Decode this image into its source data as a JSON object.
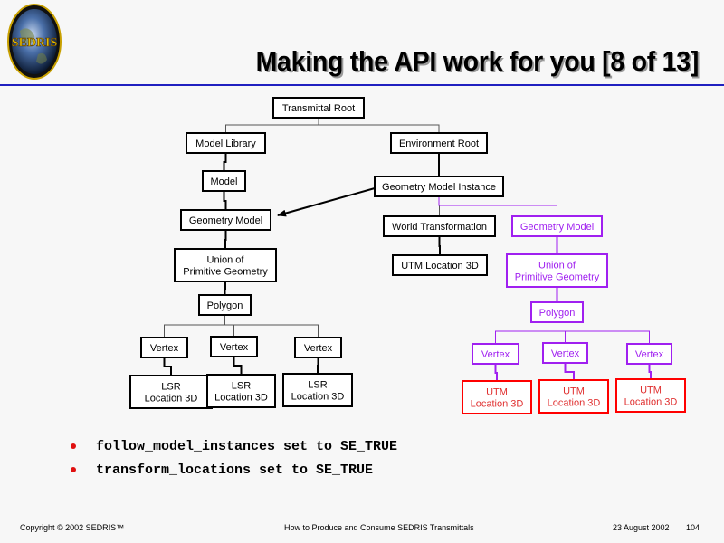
{
  "logo": {
    "text": "SEDRIS"
  },
  "title": "Making the API work for you [8 of 13]",
  "colors": {
    "rule": "#2020c0",
    "normal": "#000000",
    "purple": "#a020f0",
    "red": "#ff0000",
    "bullet": "#e01010"
  },
  "diagram": {
    "nodes": [
      {
        "id": "transmittal-root",
        "lines": [
          "Transmittal Root"
        ],
        "style": "normal"
      },
      {
        "id": "model-library",
        "lines": [
          "Model Library"
        ],
        "style": "normal"
      },
      {
        "id": "environment-root",
        "lines": [
          "Environment Root"
        ],
        "style": "normal"
      },
      {
        "id": "model",
        "lines": [
          "Model"
        ],
        "style": "normal"
      },
      {
        "id": "geometry-model-instance",
        "lines": [
          "Geometry Model Instance"
        ],
        "style": "normal"
      },
      {
        "id": "geometry-model-left",
        "lines": [
          "Geometry Model"
        ],
        "style": "normal"
      },
      {
        "id": "world-transformation",
        "lines": [
          "World Transformation"
        ],
        "style": "normal"
      },
      {
        "id": "geometry-model-right",
        "lines": [
          "Geometry Model"
        ],
        "style": "purple"
      },
      {
        "id": "union-left",
        "lines": [
          "Union of",
          "Primitive Geometry"
        ],
        "style": "normal"
      },
      {
        "id": "utm-location-single",
        "lines": [
          "UTM Location 3D"
        ],
        "style": "normal"
      },
      {
        "id": "union-right",
        "lines": [
          "Union of",
          "Primitive Geometry"
        ],
        "style": "purple"
      },
      {
        "id": "polygon-left",
        "lines": [
          "Polygon"
        ],
        "style": "normal"
      },
      {
        "id": "polygon-right",
        "lines": [
          "Polygon"
        ],
        "style": "purple"
      },
      {
        "id": "vertex-left-1",
        "lines": [
          "Vertex"
        ],
        "style": "normal"
      },
      {
        "id": "vertex-left-2",
        "lines": [
          "Vertex"
        ],
        "style": "normal"
      },
      {
        "id": "vertex-left-3",
        "lines": [
          "Vertex"
        ],
        "style": "normal"
      },
      {
        "id": "lsr-1",
        "lines": [
          "LSR",
          "Location 3D"
        ],
        "style": "normal"
      },
      {
        "id": "lsr-2",
        "lines": [
          "LSR",
          "Location 3D"
        ],
        "style": "normal"
      },
      {
        "id": "lsr-3",
        "lines": [
          "LSR",
          "Location 3D"
        ],
        "style": "normal"
      },
      {
        "id": "vertex-right-1",
        "lines": [
          "Vertex"
        ],
        "style": "purple"
      },
      {
        "id": "vertex-right-2",
        "lines": [
          "Vertex"
        ],
        "style": "purple"
      },
      {
        "id": "vertex-right-3",
        "lines": [
          "Vertex"
        ],
        "style": "purple"
      },
      {
        "id": "utm-1",
        "lines": [
          "UTM",
          "Location 3D"
        ],
        "style": "red"
      },
      {
        "id": "utm-2",
        "lines": [
          "UTM",
          "Location 3D"
        ],
        "style": "red"
      },
      {
        "id": "utm-3",
        "lines": [
          "UTM",
          "Location 3D"
        ],
        "style": "red"
      }
    ],
    "edges": [
      {
        "from": "transmittal-root",
        "to": "model-library",
        "style": "normal"
      },
      {
        "from": "transmittal-root",
        "to": "environment-root",
        "style": "normal"
      },
      {
        "from": "model-library",
        "to": "model",
        "style": "normal"
      },
      {
        "from": "model",
        "to": "geometry-model-left",
        "style": "normal"
      },
      {
        "from": "environment-root",
        "to": "geometry-model-instance",
        "style": "normal"
      },
      {
        "from": "geometry-model-instance",
        "to": "world-transformation",
        "style": "normal"
      },
      {
        "from": "geometry-model-instance",
        "to": "geometry-model-right",
        "style": "purple"
      },
      {
        "from": "geometry-model-instance",
        "to": "geometry-model-left",
        "style": "arrow"
      },
      {
        "from": "geometry-model-left",
        "to": "union-left",
        "style": "normal"
      },
      {
        "from": "union-left",
        "to": "polygon-left",
        "style": "normal"
      },
      {
        "from": "polygon-left",
        "to": "vertex-left-1",
        "style": "normal"
      },
      {
        "from": "polygon-left",
        "to": "vertex-left-2",
        "style": "normal"
      },
      {
        "from": "polygon-left",
        "to": "vertex-left-3",
        "style": "normal"
      },
      {
        "from": "vertex-left-1",
        "to": "lsr-1",
        "style": "normal"
      },
      {
        "from": "vertex-left-2",
        "to": "lsr-2",
        "style": "normal"
      },
      {
        "from": "vertex-left-3",
        "to": "lsr-3",
        "style": "normal"
      },
      {
        "from": "world-transformation",
        "to": "utm-location-single",
        "style": "normal"
      },
      {
        "from": "geometry-model-right",
        "to": "union-right",
        "style": "purple"
      },
      {
        "from": "union-right",
        "to": "polygon-right",
        "style": "purple"
      },
      {
        "from": "polygon-right",
        "to": "vertex-right-1",
        "style": "purple"
      },
      {
        "from": "polygon-right",
        "to": "vertex-right-2",
        "style": "purple"
      },
      {
        "from": "polygon-right",
        "to": "vertex-right-3",
        "style": "purple"
      },
      {
        "from": "vertex-right-1",
        "to": "utm-1",
        "style": "purple"
      },
      {
        "from": "vertex-right-2",
        "to": "utm-2",
        "style": "purple"
      },
      {
        "from": "vertex-right-3",
        "to": "utm-3",
        "style": "purple"
      }
    ]
  },
  "bullets": [
    "follow_model_instances set to SE_TRUE",
    "transform_locations set to SE_TRUE"
  ],
  "footer": {
    "copyright": "Copyright © 2002 SEDRIS™",
    "center": "How to Produce and Consume SEDRIS Transmittals",
    "date": "23 August 2002",
    "page": "104"
  }
}
